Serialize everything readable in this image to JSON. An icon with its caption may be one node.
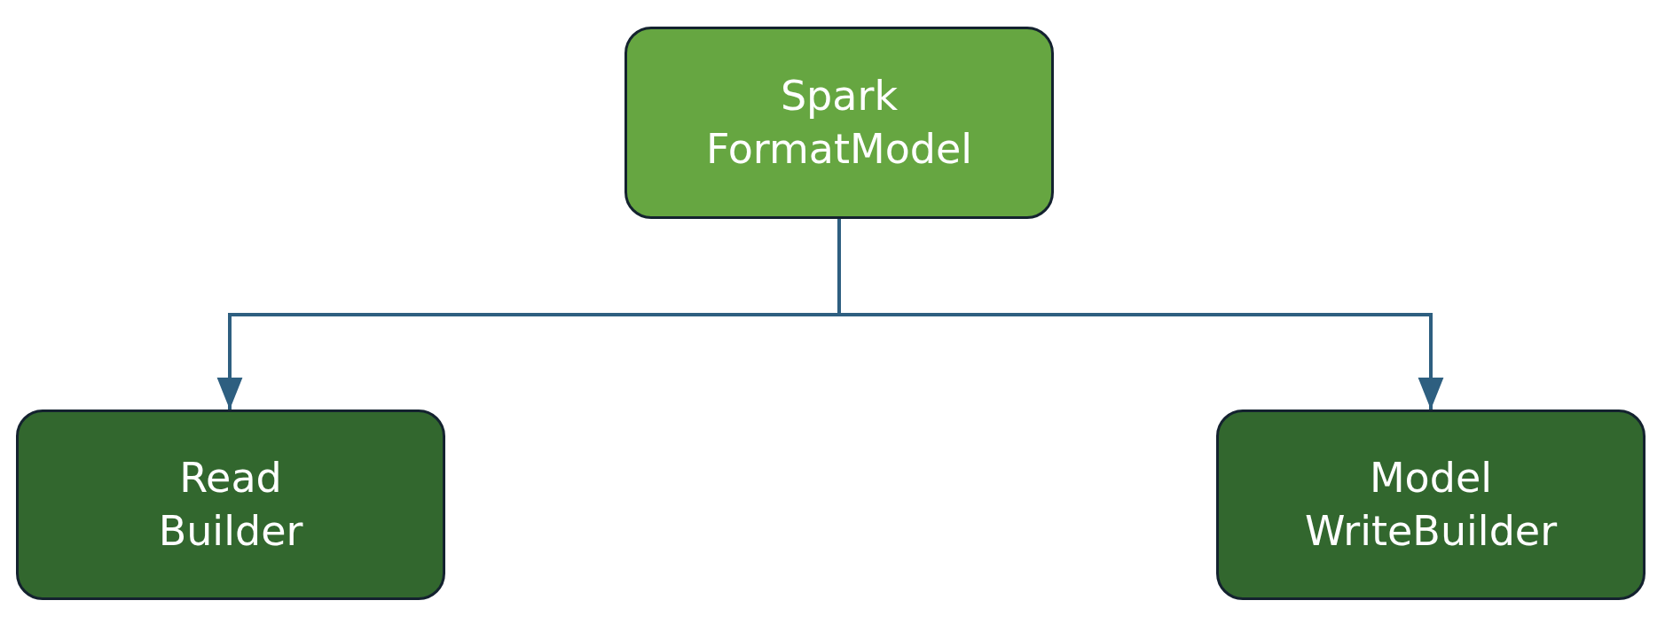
{
  "diagram": {
    "nodes": [
      {
        "text": [
          "Spark FormatModel"
        ]
      },
      {
        "text": [
          "Read Builder"
        ]
      },
      {
        "text": [
          "Model WriteBuilder"
        ]
      }
    ],
    "edges": [
      {
        "from": 0,
        "to": 1,
        "arrow": "to"
      },
      {
        "from": 0,
        "to": 2,
        "arrow": "to"
      }
    ]
  }
}
